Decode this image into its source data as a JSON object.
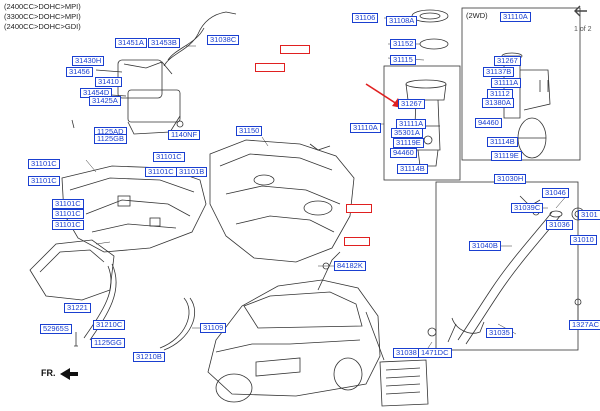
{
  "header": {
    "engine_lines": [
      "(2400CC>DOHC>MPI)",
      "(3300CC>DOHC>MPI)",
      "(2400CC>DOHC>GDI)"
    ]
  },
  "nav": {
    "page_indicator": "1 of 2",
    "back_icon": "arrow-left-icon"
  },
  "inset": {
    "title": "(2WD)"
  },
  "front_label": "FR.",
  "colors": {
    "label_blue": "#1a3fd0",
    "highlight_red": "#e02020",
    "line_dark": "#333333"
  },
  "labels": [
    {
      "id": "31106",
      "text": "31106",
      "selected": false
    },
    {
      "id": "31108A",
      "text": "31108A",
      "selected": false
    },
    {
      "id": "31110A_top",
      "text": "31110A",
      "selected": false
    },
    {
      "id": "31152",
      "text": "31152",
      "selected": false
    },
    {
      "id": "31115",
      "text": "31115",
      "selected": false
    },
    {
      "id": "31451A",
      "text": "31451A",
      "selected": false
    },
    {
      "id": "31453B",
      "text": "31453B",
      "selected": false
    },
    {
      "id": "31038C",
      "text": "31038C",
      "selected": false
    },
    {
      "id": "31430H",
      "text": "31430H",
      "selected": false
    },
    {
      "id": "31456",
      "text": "31456",
      "selected": false
    },
    {
      "id": "31410",
      "text": "31410",
      "selected": false
    },
    {
      "id": "31454D",
      "text": "31454D",
      "selected": false
    },
    {
      "id": "31425A",
      "text": "31425A",
      "selected": false
    },
    {
      "id": "1125AD",
      "text": "1125AD",
      "selected": false
    },
    {
      "id": "1125GB",
      "text": "1125GB",
      "selected": false
    },
    {
      "id": "1140NF",
      "text": "1140NF",
      "selected": false
    },
    {
      "id": "31150",
      "text": "31150",
      "selected": false
    },
    {
      "id": "31101C_a",
      "text": "31101C",
      "selected": false
    },
    {
      "id": "31101C_b",
      "text": "31101C",
      "selected": false
    },
    {
      "id": "31101C_c",
      "text": "31101C",
      "selected": false
    },
    {
      "id": "31101C_d",
      "text": "31101C",
      "selected": false
    },
    {
      "id": "31101B",
      "text": "31101B",
      "selected": false
    },
    {
      "id": "31101C_e",
      "text": "31101C",
      "selected": false
    },
    {
      "id": "31101C_f",
      "text": "31101C",
      "selected": false
    },
    {
      "id": "31101C_g",
      "text": "31101C",
      "selected": false
    },
    {
      "id": "31110A_mid",
      "text": "31110A",
      "selected": false
    },
    {
      "id": "31267_a",
      "text": "31267",
      "selected": false
    },
    {
      "id": "31111A_a",
      "text": "31111A",
      "selected": false
    },
    {
      "id": "35301A_a",
      "text": "35301A",
      "selected": false
    },
    {
      "id": "31119E_a",
      "text": "31119E",
      "selected": false
    },
    {
      "id": "94460_a",
      "text": "94460",
      "selected": false
    },
    {
      "id": "31114B_a",
      "text": "31114B",
      "selected": false
    },
    {
      "id": "31267_b",
      "text": "31267",
      "selected": false
    },
    {
      "id": "31137B",
      "text": "31137B",
      "selected": false
    },
    {
      "id": "31111A_b",
      "text": "31111A",
      "selected": false
    },
    {
      "id": "31112",
      "text": "31112",
      "selected": false
    },
    {
      "id": "31380A",
      "text": "31380A",
      "selected": false
    },
    {
      "id": "94460_b",
      "text": "94460",
      "selected": false
    },
    {
      "id": "31114B_b",
      "text": "31114B",
      "selected": false
    },
    {
      "id": "31119E_b",
      "text": "31119E",
      "selected": false
    },
    {
      "id": "31030H",
      "text": "31030H",
      "selected": false
    },
    {
      "id": "31046",
      "text": "31046",
      "selected": false
    },
    {
      "id": "31039C",
      "text": "31039C",
      "selected": false
    },
    {
      "id": "31036",
      "text": "31036",
      "selected": false
    },
    {
      "id": "3101x",
      "text": "3101",
      "selected": false
    },
    {
      "id": "31010",
      "text": "31010",
      "selected": false
    },
    {
      "id": "31040B",
      "text": "31040B",
      "selected": false
    },
    {
      "id": "84182K",
      "text": "84182K",
      "selected": false
    },
    {
      "id": "31035",
      "text": "31035",
      "selected": false
    },
    {
      "id": "1327AC",
      "text": "1327AC",
      "selected": false
    },
    {
      "id": "31221",
      "text": "31221",
      "selected": false
    },
    {
      "id": "52965S",
      "text": "52965S",
      "selected": false
    },
    {
      "id": "31210C",
      "text": "31210C",
      "selected": false
    },
    {
      "id": "31109",
      "text": "31109",
      "selected": false
    },
    {
      "id": "1125GG",
      "text": "1125GG",
      "selected": false
    },
    {
      "id": "31210B",
      "text": "31210B",
      "selected": false
    },
    {
      "id": "31038",
      "text": "31038",
      "selected": false
    },
    {
      "id": "1471DC",
      "text": "1471DC",
      "selected": false
    }
  ]
}
